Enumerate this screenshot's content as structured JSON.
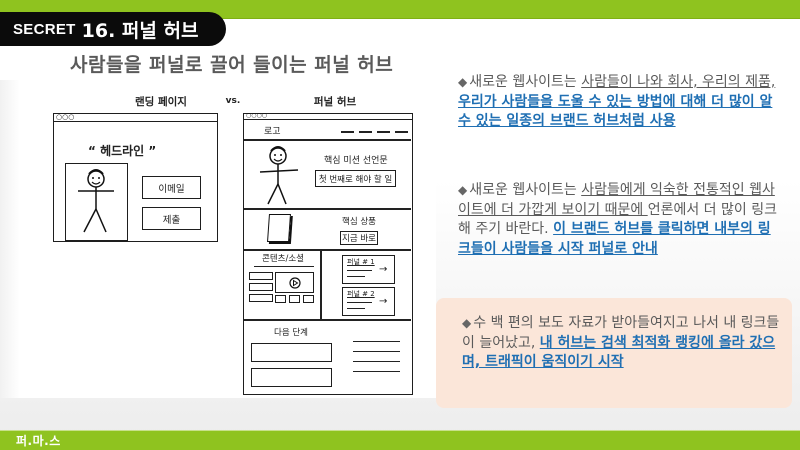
{
  "header": {
    "secret_prefix": "SECRET",
    "secret_title": "16. 퍼널 허브",
    "accent_color": "#8fc31f"
  },
  "page": {
    "title": "사람들을 퍼널로 끌어 들이는 퍼널 허브"
  },
  "diagram": {
    "left_label": "랜딩 페이지",
    "vs_label": "vs.",
    "right_label": "퍼널 허브",
    "landing": {
      "window_dots": "○○○",
      "headline": "“ 헤드라인 ”",
      "email_button": "이메일",
      "submit_button": "제출"
    },
    "hub": {
      "window_dots": "○○○○",
      "logo": "로고",
      "mission": "핵심 미션 선언문",
      "first_action": "첫 번째로 해야 할 일",
      "core_product": "핵심 상품",
      "now_button": "지금 바로",
      "content_social": "콘텐츠/소셜",
      "funnel_1": "퍼널 # 1",
      "funnel_2": "퍼널 # 2",
      "arrow": "→",
      "next_step": "다음 단계"
    }
  },
  "bullets": [
    {
      "marker": "◆",
      "plain_1": "새로운 웹사이트는 ",
      "underlined_gray": "사람들이 나와 회사, 우리의 제품, ",
      "underlined_blue": "우리가 사람들을 도울 수 있는 방법에 대해 더 많이 알 수 있는 일종의 브랜드 허브처럼 사용"
    },
    {
      "marker": "◆",
      "plain_1": "새로운 웹사이트는 ",
      "underlined_gray": "사람들에게 익숙한 전통적인 웹사이트에 더 가깝게 보이기 때문에 ",
      "plain_2": "언론에서 더 많이 링크해 주기 바란다. ",
      "underlined_blue": "이 브랜드 허브를 클릭하면 내부의 링크들이 사람들을 시작 퍼널로 안내"
    },
    {
      "marker": "◆",
      "plain_1": "수 백 편의 보도 자료가 받아들여지고 나서 내 링크들이 늘어났고, ",
      "underlined_blue": "내 허브는 검색 최적화 랭킹에 올라 갔으며, 트래픽이 움직이기 시작",
      "highlight_color": "#fbe6d9"
    }
  ],
  "footer": {
    "brand": "퍼.마.스"
  }
}
